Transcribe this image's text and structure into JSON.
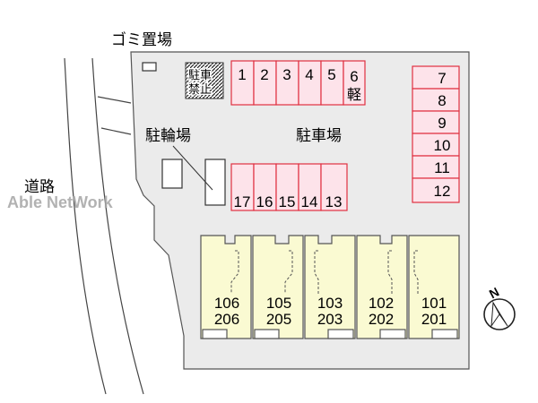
{
  "labels": {
    "garbage": "ゴミ置場",
    "road": "道路",
    "bicycle_parking": "駐輪場",
    "car_parking": "駐車場",
    "no_parking_1": "駐車",
    "no_parking_2": "禁止",
    "watermark": "Able NetWork",
    "north": "N"
  },
  "parking_top": [
    "1",
    "2",
    "3",
    "4",
    "5"
  ],
  "parking_top_kei": [
    "6",
    "軽"
  ],
  "parking_right": [
    "7",
    "8",
    "9",
    "10",
    "11",
    "12"
  ],
  "parking_middle": [
    "17",
    "16",
    "15",
    "14",
    "13"
  ],
  "units": [
    {
      "first": "106",
      "second": "206"
    },
    {
      "first": "105",
      "second": "205"
    },
    {
      "first": "103",
      "second": "203"
    },
    {
      "first": "102",
      "second": "202"
    },
    {
      "first": "101",
      "second": "201"
    }
  ],
  "colors": {
    "lot": "#ebebeb",
    "parking_fill": "#fde3ea",
    "parking_stroke": "#e03040",
    "unit_fill": "#fafad2",
    "outline": "#333333"
  }
}
